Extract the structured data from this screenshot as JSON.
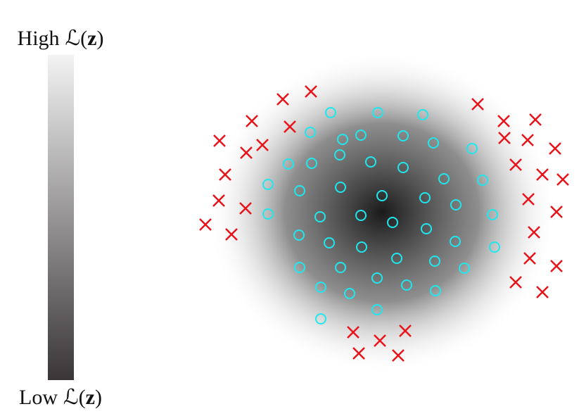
{
  "colorbar": {
    "top_label": {
      "word": "High",
      "symbol": "ℒ",
      "open": "(",
      "var": "z",
      "close": ")"
    },
    "bottom_label": {
      "word": "Low",
      "symbol": "ℒ",
      "open": "(",
      "var": "z",
      "close": ")"
    },
    "gradient": [
      "#f3f3f3",
      "#3a3637"
    ]
  },
  "plot": {
    "field": {
      "center_color": "#1a1a1a",
      "edge_color": "#ffffff"
    },
    "inlier_color": "#1ee8ee",
    "outlier_color": "#e8141a",
    "inliers": [
      [
        470,
        160
      ],
      [
        537,
        160
      ],
      [
        601,
        163
      ],
      [
        441,
        188
      ],
      [
        487,
        198
      ],
      [
        513,
        192
      ],
      [
        573,
        193
      ],
      [
        616,
        203
      ],
      [
        671,
        211
      ],
      [
        483,
        220
      ],
      [
        527,
        230
      ],
      [
        573,
        238
      ],
      [
        410,
        233
      ],
      [
        443,
        232
      ],
      [
        631,
        254
      ],
      [
        686,
        256
      ],
      [
        381,
        262
      ],
      [
        484,
        266
      ],
      [
        426,
        271
      ],
      [
        543,
        278
      ],
      [
        604,
        281
      ],
      [
        648,
        291
      ],
      [
        381,
        304
      ],
      [
        455,
        308
      ],
      [
        513,
        306
      ],
      [
        558,
        316
      ],
      [
        700,
        305
      ],
      [
        606,
        325
      ],
      [
        425,
        334
      ],
      [
        468,
        345
      ],
      [
        514,
        351
      ],
      [
        647,
        343
      ],
      [
        703,
        351
      ],
      [
        564,
        367
      ],
      [
        618,
        371
      ],
      [
        660,
        381
      ],
      [
        426,
        380
      ],
      [
        484,
        380
      ],
      [
        536,
        395
      ],
      [
        578,
        405
      ],
      [
        456,
        408
      ],
      [
        497,
        417
      ],
      [
        619,
        413
      ],
      [
        536,
        440
      ],
      [
        456,
        453
      ]
    ],
    "outliers": [
      [
        402,
        141
      ],
      [
        442,
        130
      ],
      [
        679,
        148
      ],
      [
        716,
        172
      ],
      [
        761,
        170
      ],
      [
        358,
        172
      ],
      [
        412,
        180
      ],
      [
        717,
        196
      ],
      [
        750,
        199
      ],
      [
        789,
        211
      ],
      [
        312,
        200
      ],
      [
        350,
        217
      ],
      [
        373,
        206
      ],
      [
        733,
        234
      ],
      [
        771,
        248
      ],
      [
        800,
        255
      ],
      [
        320,
        248
      ],
      [
        311,
        285
      ],
      [
        349,
        296
      ],
      [
        751,
        283
      ],
      [
        791,
        301
      ],
      [
        292,
        319
      ],
      [
        329,
        333
      ],
      [
        759,
        330
      ],
      [
        753,
        367
      ],
      [
        791,
        378
      ],
      [
        733,
        401
      ],
      [
        771,
        415
      ],
      [
        502,
        472
      ],
      [
        576,
        470
      ],
      [
        540,
        484
      ],
      [
        510,
        502
      ],
      [
        566,
        505
      ]
    ]
  }
}
